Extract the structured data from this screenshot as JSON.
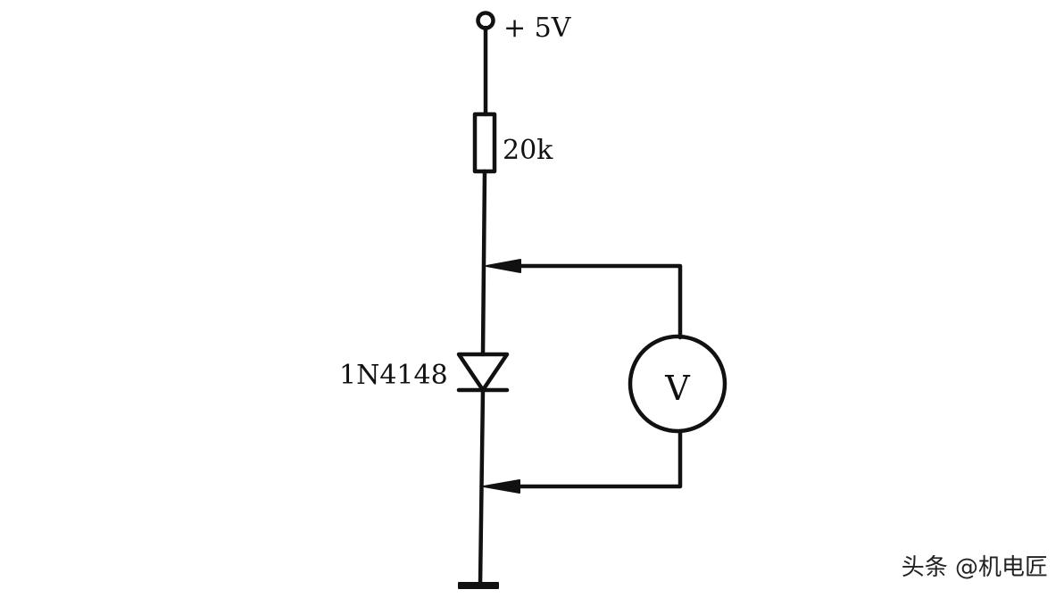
{
  "supply": {
    "label": "+ 5V"
  },
  "resistor": {
    "label": "20k"
  },
  "diode": {
    "label": "1N4148"
  },
  "voltmeter": {
    "symbol": "V"
  },
  "watermark": {
    "text": "头条 @机电匠"
  }
}
